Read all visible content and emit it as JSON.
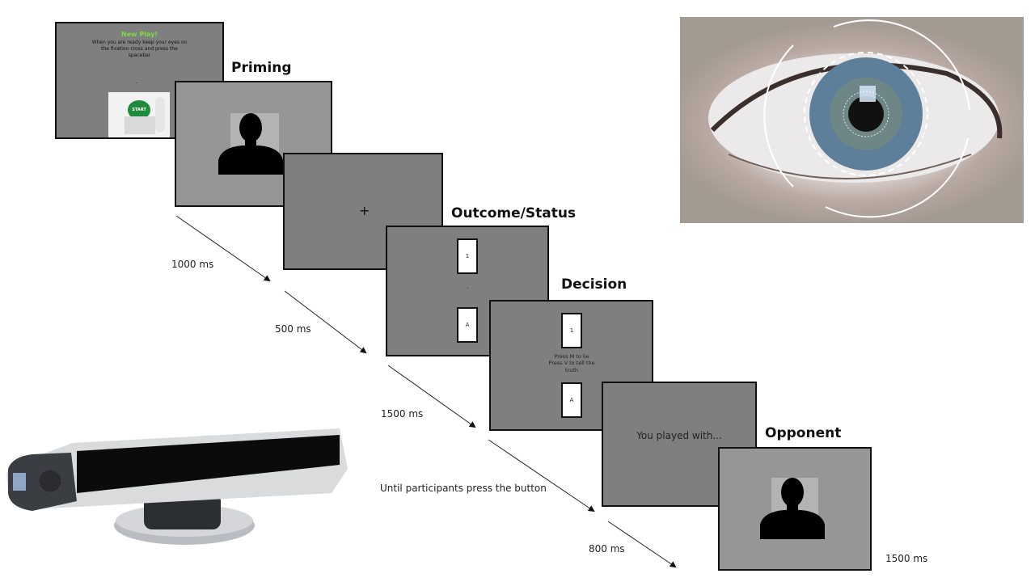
{
  "diagram": {
    "screens": {
      "start": {
        "heading": "New Play!",
        "heading_color": "#7ddc3c",
        "instruction": "When you are ready keep your eyes on the fixation cross and press the spacebar",
        "fixation_dot": ".",
        "button_label": "START"
      },
      "priming": {
        "label": "Priming",
        "content": "face-silhouette"
      },
      "fixation": {
        "symbol": "+"
      },
      "outcome": {
        "label": "Outcome/Status",
        "top_card": "1",
        "bottom_card": "A",
        "center_dot": "."
      },
      "decision": {
        "label": "Decision",
        "top_card": "1",
        "bottom_card": "A",
        "line1": "Press M to lie",
        "line2": "Press V to tell the",
        "line3": "truth"
      },
      "played": {
        "text": "You played with..."
      },
      "opponent": {
        "label": "Opponent",
        "content": "face-silhouette"
      }
    },
    "timings": [
      "1000 ms",
      "500 ms",
      "1500 ms",
      "Until participants press the button",
      "800 ms",
      "1500 ms"
    ],
    "images": {
      "eye": "eye-tracking-iris-photo",
      "tracker": "eye-tracker-device-photo"
    }
  }
}
